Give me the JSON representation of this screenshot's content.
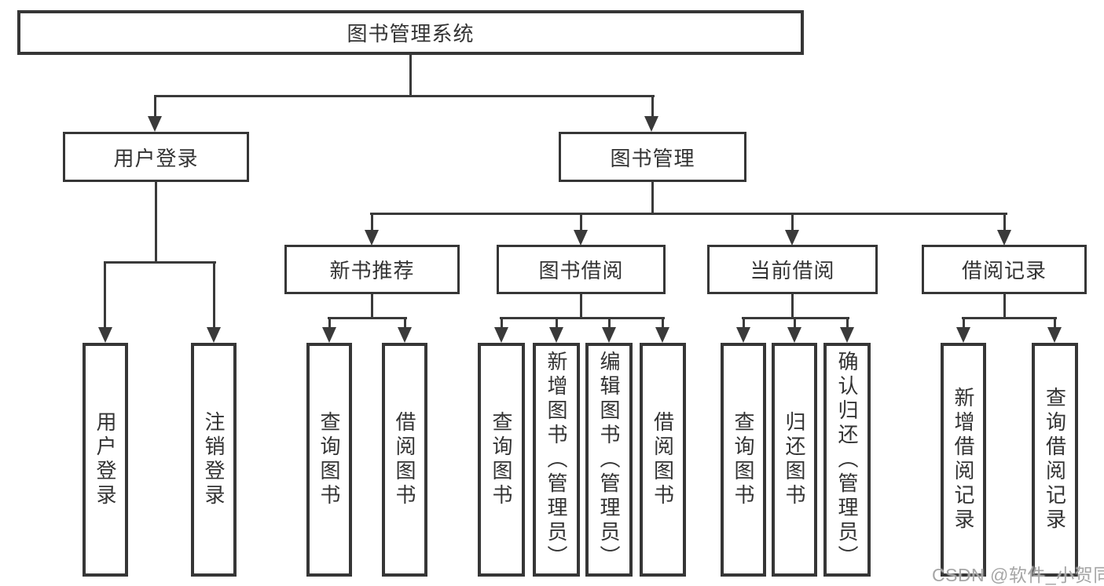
{
  "nodes": {
    "root": "图书管理系统",
    "user_login": "用户登录",
    "book_mgmt": "图书管理",
    "new_book": "新书推荐",
    "book_borrow": "图书借阅",
    "current_borrow": "当前借阅",
    "borrow_records": "借阅记录",
    "leaf_user_login": "用户登录",
    "leaf_logout": "注销登录",
    "leaf_nb_query": "查询图书",
    "leaf_nb_borrow": "借阅图书",
    "leaf_bb_query": "查询图书",
    "leaf_bb_add": "新增图书（管理员）",
    "leaf_bb_edit": "编辑图书（管理员）",
    "leaf_bb_borrow": "借阅图书",
    "leaf_cb_query": "查询图书",
    "leaf_cb_return": "归还图书",
    "leaf_cb_confirm": "确认归还（管理员）",
    "leaf_br_add": "新增借阅记录",
    "leaf_br_query": "查询借阅记录"
  },
  "watermark": "CSDN @软件_小贺同学",
  "colors": {
    "line": "#3a3a3a",
    "text": "#333333",
    "watermark": "#a6a6a6"
  }
}
